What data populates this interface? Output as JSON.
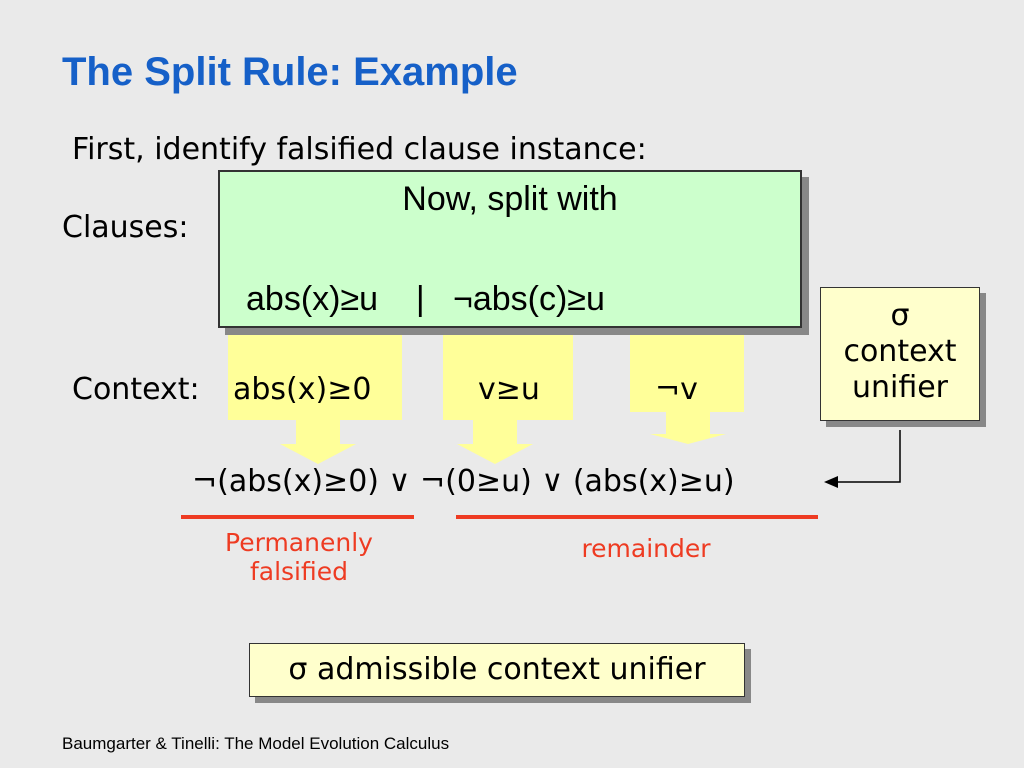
{
  "slide": {
    "title": "The Split Rule: Example",
    "intro": "First, identify falsified clause instance:",
    "clauses_label": "Clauses:",
    "context_label": "Context:",
    "context_literals": [
      "abs(x)≥0",
      "v≥u",
      "¬v"
    ],
    "split_box": {
      "line1": "Now, split with",
      "line2": "abs(x)≥u    |   ¬abs(c)≥u"
    },
    "sigma_box": {
      "symbol": "σ",
      "line2": "context",
      "line3": "unifier"
    },
    "clause_instance": "¬(abs(x)≥0) ∨ ¬(0≥u) ∨ (abs(x)≥u)",
    "permanently_label_1": "Permanenly",
    "permanently_label_2": "falsified",
    "remainder_label": "remainder",
    "admissible_box": "σ admissible context unifier",
    "footer": "Baumgarter & Tinelli: The Model Evolution Calculus"
  },
  "colors": {
    "title": "#1660c8",
    "highlight_yellow": "#ffff99",
    "green_box": "#ccffcc",
    "note_box": "#ffffcc",
    "red_annotation": "#ee3b22"
  }
}
